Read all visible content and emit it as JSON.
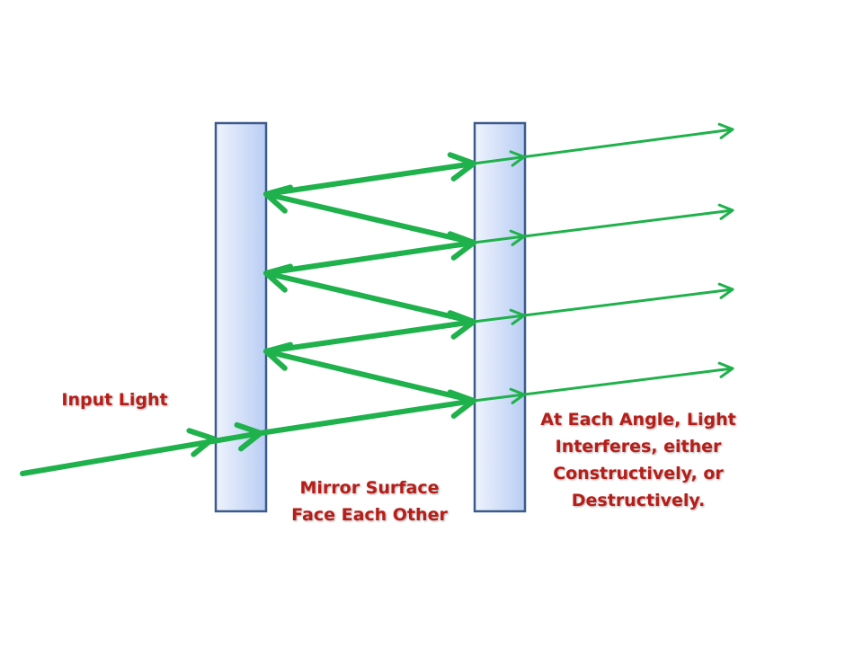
{
  "labels": {
    "input": "Input Light",
    "mirrors": [
      "Mirror Surface",
      "Face Each Other"
    ],
    "interference": [
      "At Each Angle, Light",
      "Interferes, either",
      "Constructively, or",
      "Destructively."
    ]
  },
  "colors": {
    "beam": "#1fb14b",
    "text": "#b81d18",
    "mirror_fill_light": "#eef3fd",
    "mirror_fill_dark": "#b9cdf3",
    "mirror_border": "#3c5a8c"
  }
}
